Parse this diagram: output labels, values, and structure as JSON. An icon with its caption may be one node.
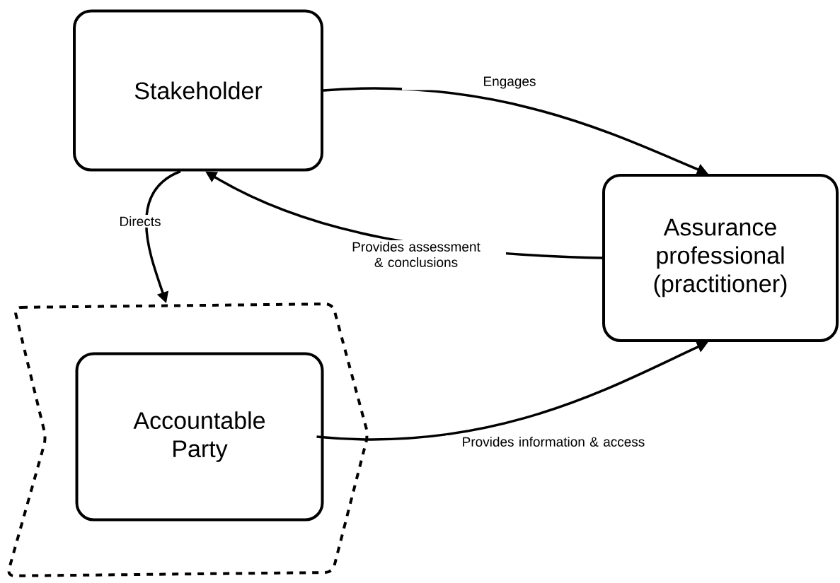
{
  "diagram": {
    "nodes": [
      {
        "text": [
          "Stakeholder"
        ]
      },
      {
        "text": [
          "Assurance professional (practitioner)"
        ]
      },
      {
        "text": [],
        "shape": "box"
      },
      {
        "text": [
          "Accountable Party"
        ],
        "in": 2
      }
    ],
    "edges": [
      {
        "from": 0,
        "to": 1,
        "arrow": "to",
        "label": "Engages"
      },
      {
        "from": 1,
        "to": 0,
        "arrow": "to",
        "label": "Provides assessment & conclusions"
      },
      {
        "from": 0,
        "to": 2,
        "arrow": "to",
        "label": "Directs"
      },
      {
        "from": 3,
        "to": 1,
        "arrow": "to",
        "label": "Provides information & access"
      }
    ]
  }
}
